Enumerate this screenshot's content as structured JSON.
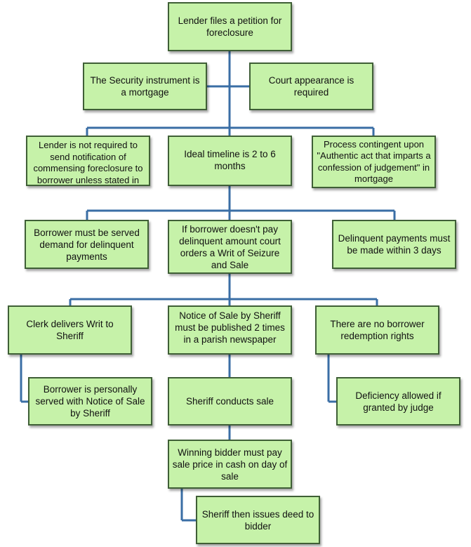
{
  "colors": {
    "box_fill": "#c6f2a9",
    "box_border": "#3f5f36",
    "connector": "#3a6ea5"
  },
  "nodes": {
    "n1": "Lender files a petition for foreclosure",
    "n2": "The Security  instrument is a mortgage",
    "n3": "Court appearance is required",
    "n4": "Lender is not required to send notification of commensing foreclosure to borrower unless stated in mortgage",
    "n5": "Ideal timeline is 2 to 6 months",
    "n6": "Process contingent upon \"Authentic act that imparts a confession of judgement\" in mortgage",
    "n7": "Borrower must be served demand for delinquent payments",
    "n8": "If borrower doesn't pay delinquent amount court orders a Writ of Seizure and Sale",
    "n9": "Delinquent payments must be made within 3 days",
    "n10": "Clerk delivers Writ to Sheriff",
    "n11": "Notice of Sale by Sheriff must be published 2 times in a parish newspaper",
    "n12": "There are no borrower redemption rights",
    "n13": "Borrower is personally served with Notice of Sale by Sheriff",
    "n14": "Sheriff conducts sale",
    "n15": "Deficiency allowed if granted by judge",
    "n16": "Winning bidder must pay sale price in cash on day of sale",
    "n17": "Sheriff then issues deed to bidder"
  }
}
